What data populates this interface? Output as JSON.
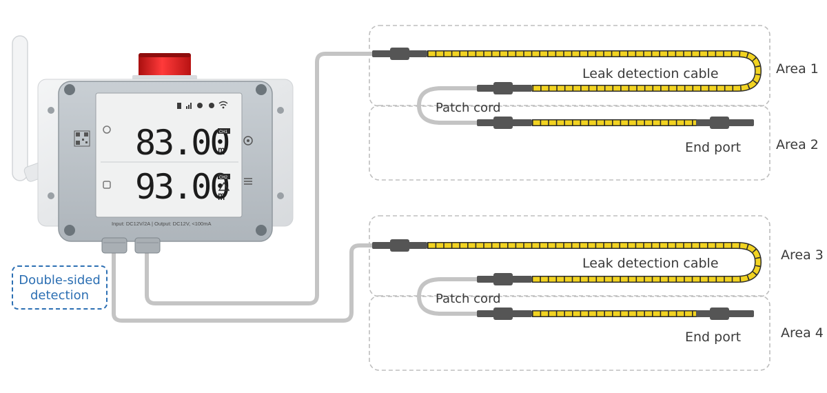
{
  "device": {
    "reading_1": "83.00",
    "reading_2": "93.00",
    "unit": "m",
    "channel_1_tag": "CH1",
    "channel_2_tag": "CH2",
    "footer": "Input: DC12V/2A  |  Output: DC12V, <100mA"
  },
  "callout": {
    "line1": "Double-sided",
    "line2": "detection"
  },
  "groups": [
    {
      "leak_cable": "Leak detection cable",
      "patch_cord": "Patch cord",
      "end_port": "End port",
      "area_upper": "Area 1",
      "area_lower": "Area 2"
    },
    {
      "leak_cable": "Leak detection cable",
      "patch_cord": "Patch cord",
      "end_port": "End port",
      "area_upper": "Area 3",
      "area_lower": "Area 4"
    }
  ],
  "colors": {
    "cable_yellow": "#f2d321",
    "cable_stripe": "#2b2b2b",
    "cord_gray": "#c4c4c4",
    "connector": "#555555",
    "beacon_red": "#d81e1e",
    "callout_blue": "#2c6fb3",
    "area_border": "#bdbdbd"
  }
}
